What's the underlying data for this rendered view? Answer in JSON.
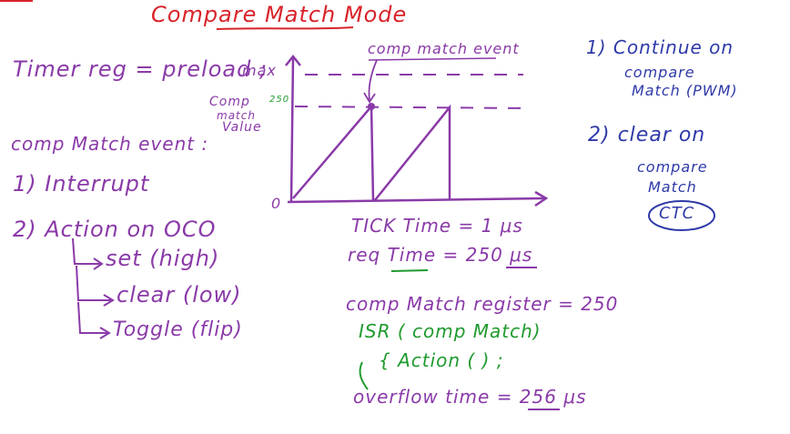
{
  "title": "Compare Match Mode",
  "left": {
    "timer_reg": "Timer reg = preload ;",
    "comp_match_event": "comp Match event :",
    "item1": "1) Interrupt",
    "item2": "2) Action on OCO",
    "set": "set (high)",
    "clear": "clear (low)",
    "toggle": "Toggle (flip)"
  },
  "graph": {
    "max": "max",
    "comp_label": "Comp",
    "match_label": "match",
    "value_label": "Value",
    "value_250": "250",
    "zero": "0",
    "event_label": "comp match event"
  },
  "middle": {
    "tick_time": "TICK Time = 1 μs",
    "req_time": "req Time  =   250 μs",
    "comp_register": "comp Match register  = 250",
    "isr1": "ISR ( comp Match)",
    "isr2": "{ Action ( ) ;",
    "overflow": "overflow time =  256 μs"
  },
  "right": {
    "opt1_line1": "1) Continue on",
    "opt1_line2": "compare",
    "opt1_line3": "Match (PWM)",
    "opt2_line1": "2) clear on",
    "opt2_line2": "compare",
    "opt2_line3": "Match",
    "ctc": "CTC"
  },
  "colors": {
    "red": "#d8232a",
    "purple": "#8a3aa8",
    "green": "#1f9a2e",
    "blue": "#2f3aa8"
  }
}
